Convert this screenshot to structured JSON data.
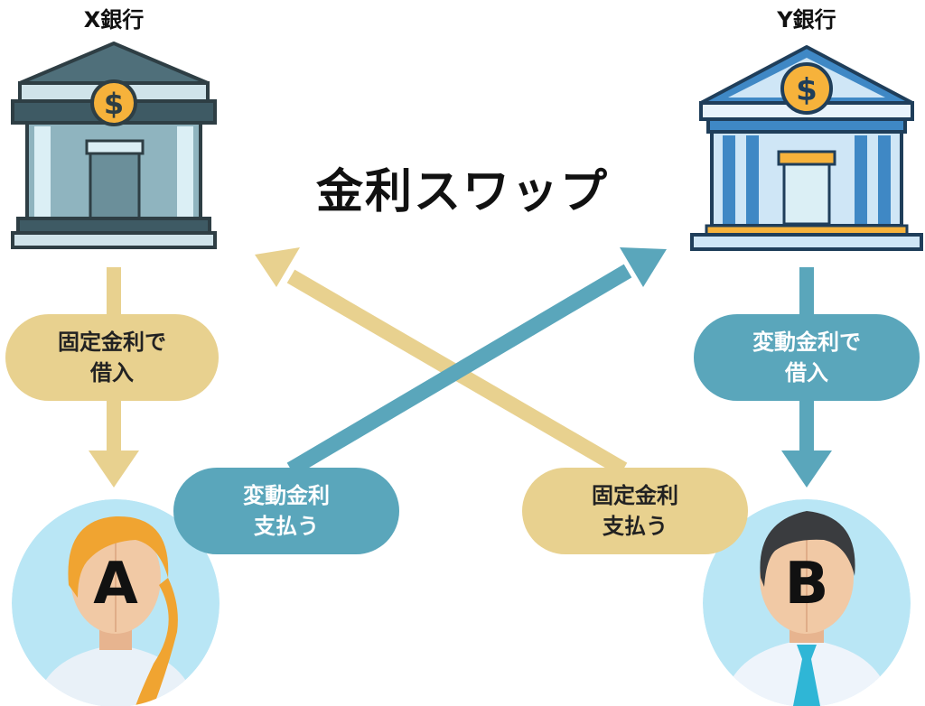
{
  "banks": {
    "x": {
      "name": "X銀行"
    },
    "y": {
      "name": "Y銀行"
    }
  },
  "icons": {
    "currency_symbol": "$"
  },
  "title": "金利スワップ",
  "flows": {
    "x_to_a": {
      "line1": "固定金利で",
      "line2": "借入"
    },
    "y_to_b": {
      "line1": "変動金利で",
      "line2": "借入"
    },
    "a_to_y": {
      "line1": "変動金利",
      "line2": "支払う"
    },
    "b_to_x": {
      "line1": "固定金利",
      "line2": "支払う"
    }
  },
  "persons": {
    "a": {
      "label": "A"
    },
    "b": {
      "label": "B"
    }
  },
  "colors": {
    "yellow_arrow": "#e8d18f",
    "teal_arrow": "#5aa6bb",
    "bank_x": "#8fb4bf",
    "bank_y": "#3f88c5",
    "coin": "#f6b23b",
    "avatar_bg": "#b9e6f5"
  }
}
